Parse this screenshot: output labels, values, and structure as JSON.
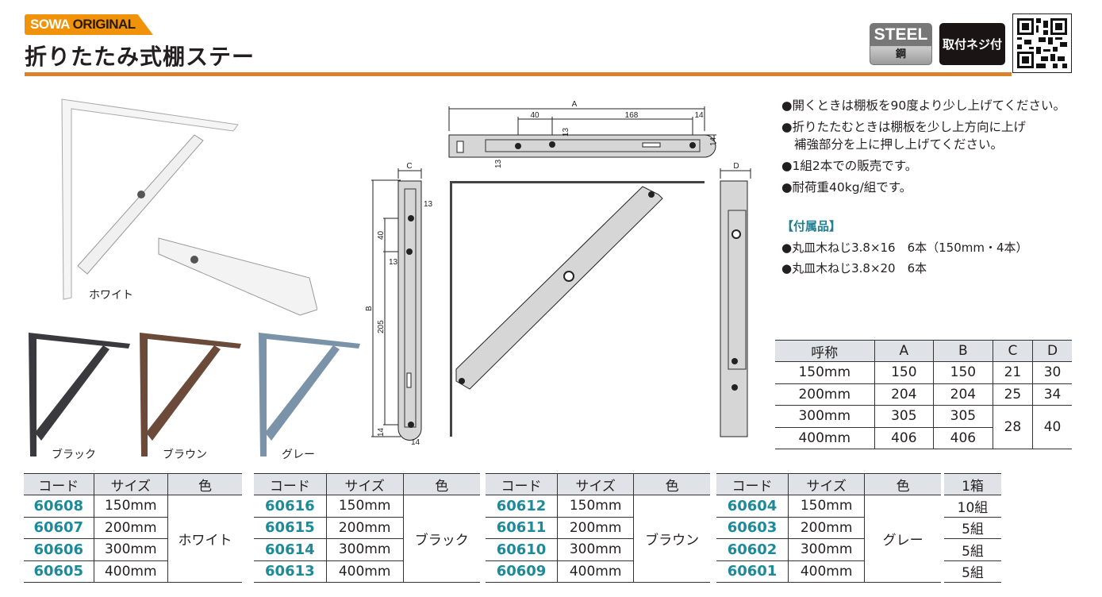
{
  "header": {
    "brand_white": "SOWA",
    "brand_dark": "ORIGINAL",
    "title": "折りたたみ式棚ステー",
    "badge_steel": "STEEL",
    "badge_steel_sub": "鋼",
    "badge_screw": "取付ネジ付"
  },
  "colors": {
    "accent": "#d9822b",
    "brand": "#f0920a",
    "code": "#1e8a99",
    "white": "#f2f2f2",
    "black": "#3a3a3e",
    "brown": "#6b4a3a",
    "gray": "#7a93a8"
  },
  "photos": {
    "white": "ホワイト",
    "black": "ブラック",
    "brown": "ブラウン",
    "gray": "グレー"
  },
  "drawing": {
    "A": "A",
    "B": "B",
    "C": "C",
    "D": "D",
    "d40": "40",
    "d168": "168",
    "d14a": "14",
    "d14b": "14",
    "d13a": "13",
    "d13b": "13",
    "d13c": "13",
    "d13d": "13",
    "d40v": "40",
    "d205": "205",
    "d14c": "14",
    "d14d": "14"
  },
  "notes": [
    "●開くときは棚板を90度より少し上げてください。",
    "●折りたたむときは棚板を少し上方向に上げ",
    "補強部分を上に押し上げてください。",
    "●1組2本での販売です。",
    "●耐荷重40kg/組です。"
  ],
  "accessories": {
    "heading": "【付属品】",
    "items": [
      "●丸皿木ねじ3.8×16　6本（150mm・4本）",
      "●丸皿木ねじ3.8×20　6本"
    ]
  },
  "spec_table": {
    "headers": [
      "呼称",
      "A",
      "B",
      "C",
      "D"
    ],
    "rows": [
      [
        "150mm",
        "150",
        "150",
        "21",
        "30"
      ],
      [
        "200mm",
        "204",
        "204",
        "25",
        "34"
      ],
      [
        "300mm",
        "305",
        "305",
        "28",
        "40"
      ],
      [
        "400mm",
        "406",
        "406",
        "",
        ""
      ]
    ]
  },
  "products": {
    "headers": [
      "コード",
      "サイズ",
      "色"
    ],
    "groups": [
      {
        "color": "ホワイト",
        "codes": [
          "60608",
          "60607",
          "60606",
          "60605"
        ]
      },
      {
        "color": "ブラック",
        "codes": [
          "60616",
          "60615",
          "60614",
          "60613"
        ]
      },
      {
        "color": "ブラウン",
        "codes": [
          "60612",
          "60611",
          "60610",
          "60609"
        ]
      },
      {
        "color": "グレー",
        "codes": [
          "60604",
          "60603",
          "60602",
          "60601"
        ]
      }
    ],
    "sizes": [
      "150mm",
      "200mm",
      "300mm",
      "400mm"
    ],
    "box_header": "1箱",
    "box": [
      "10組",
      "5組",
      "5組",
      "5組"
    ]
  }
}
